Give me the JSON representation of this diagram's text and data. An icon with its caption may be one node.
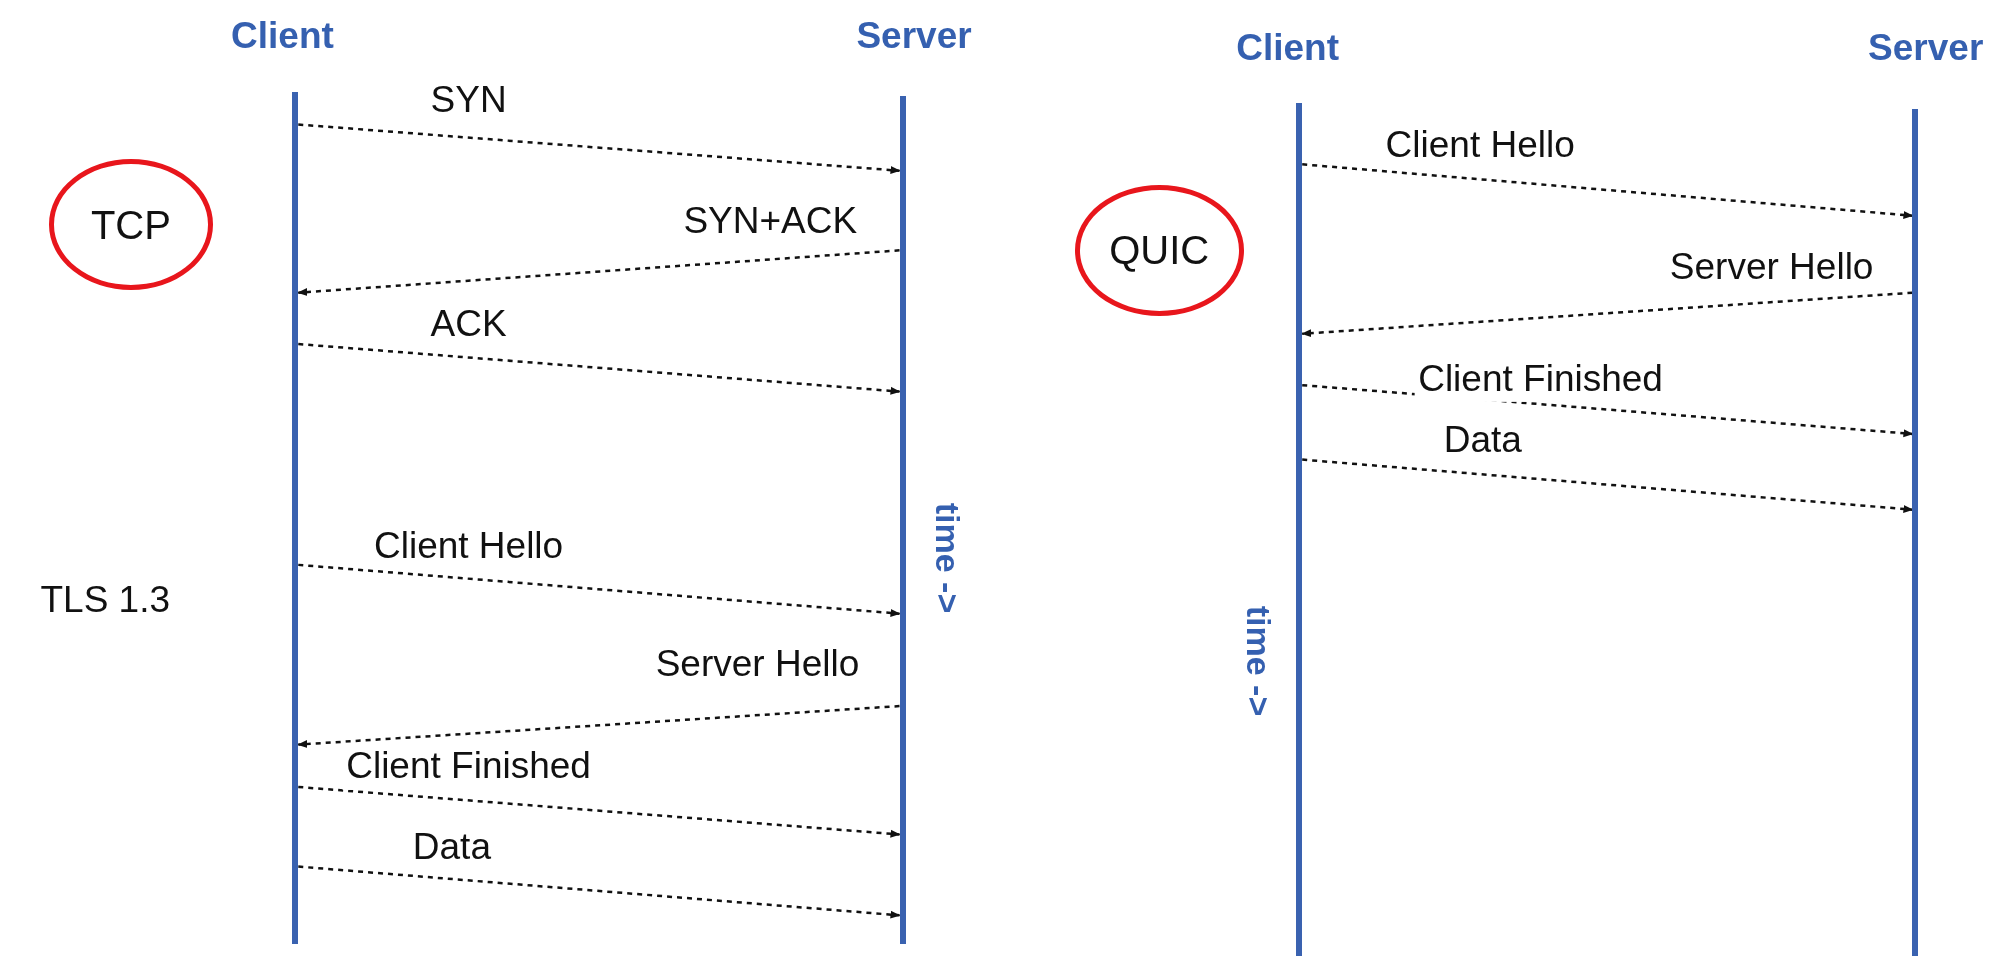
{
  "diagram": {
    "nodes": [
      {
        "text": [
          "Client"
        ]
      },
      {
        "text": [
          "Server"
        ]
      },
      {
        "text": [
          "Client"
        ]
      },
      {
        "text": [
          "Server"
        ]
      },
      {
        "text": [
          "TCP"
        ]
      },
      {
        "text": [
          "QUIC"
        ]
      }
    ],
    "edges": [
      {
        "from": 0,
        "to": 1,
        "arrow": "to",
        "label": "SYN",
        "style": "dashed"
      },
      {
        "from": 1,
        "to": 0,
        "arrow": "to",
        "label": "SYN+ACK",
        "style": "dashed"
      },
      {
        "from": 0,
        "to": 1,
        "arrow": "to",
        "label": "ACK",
        "style": "dashed"
      },
      {
        "from": 0,
        "to": 1,
        "arrow": "to",
        "label": "Client Hello",
        "style": "dashed"
      },
      {
        "from": 1,
        "to": 0,
        "arrow": "to",
        "label": "Server Hello",
        "style": "dashed"
      },
      {
        "from": 0,
        "to": 1,
        "arrow": "to",
        "label": "Client Finished",
        "style": "dashed"
      },
      {
        "from": 0,
        "to": 1,
        "arrow": "to",
        "label": "Data",
        "style": "dashed"
      },
      {
        "from": 2,
        "to": 3,
        "arrow": "to",
        "label": "Client Hello",
        "style": "dashed"
      },
      {
        "from": 3,
        "to": 2,
        "arrow": "to",
        "label": "Server Hello",
        "style": "dashed"
      },
      {
        "from": 2,
        "to": 3,
        "arrow": "to",
        "label": "Client Finished",
        "style": "dashed"
      },
      {
        "from": 2,
        "to": 3,
        "arrow": "to",
        "label": "Data",
        "style": "dashed"
      }
    ],
    "labels": [
      "TLS 1.3",
      "time ->",
      "time ->"
    ]
  }
}
